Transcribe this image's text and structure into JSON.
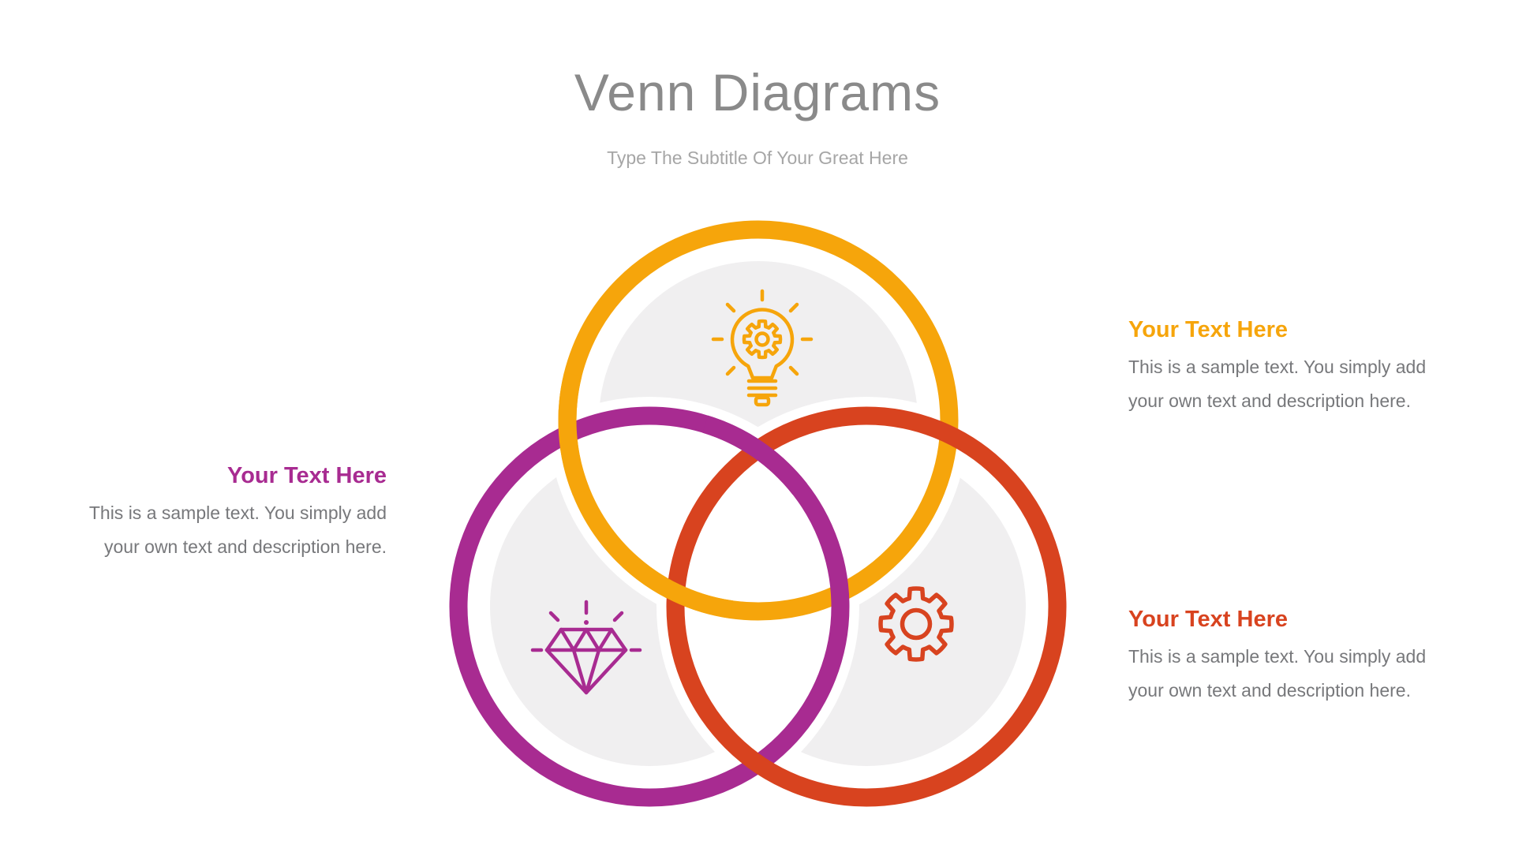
{
  "header": {
    "title": "Venn Diagrams",
    "subtitle": "Type The Subtitle Of Your Great Here"
  },
  "colors": {
    "accent_orange": "#F6A50B",
    "accent_magenta": "#A82B91",
    "accent_red": "#D8431F",
    "title_gray": "#8A8A8A",
    "subtitle_gray": "#A6A6A6",
    "body_gray": "#77787B",
    "disc_gray": "#F0EFF0"
  },
  "venn": {
    "circles": [
      {
        "position": "top",
        "color": "#F6A50B",
        "icon": "lightbulb-gear-icon"
      },
      {
        "position": "bottom-left",
        "color": "#A82B91",
        "icon": "diamond-icon"
      },
      {
        "position": "bottom-right",
        "color": "#D8431F",
        "icon": "gear-icon"
      }
    ]
  },
  "annotations": [
    {
      "heading": "Your Text Here",
      "line1": "This is a sample text. You simply add",
      "line2": "your own text and description here.",
      "color": "#F6A50B",
      "placement": "right-top"
    },
    {
      "heading": "Your Text Here",
      "line1": "This is a sample text. You simply add",
      "line2": "your own text and description here.",
      "color": "#A82B91",
      "placement": "left"
    },
    {
      "heading": "Your Text Here",
      "line1": "This is a sample text. You simply add",
      "line2": "your own text and description here.",
      "color": "#D8431F",
      "placement": "right-bottom"
    }
  ]
}
